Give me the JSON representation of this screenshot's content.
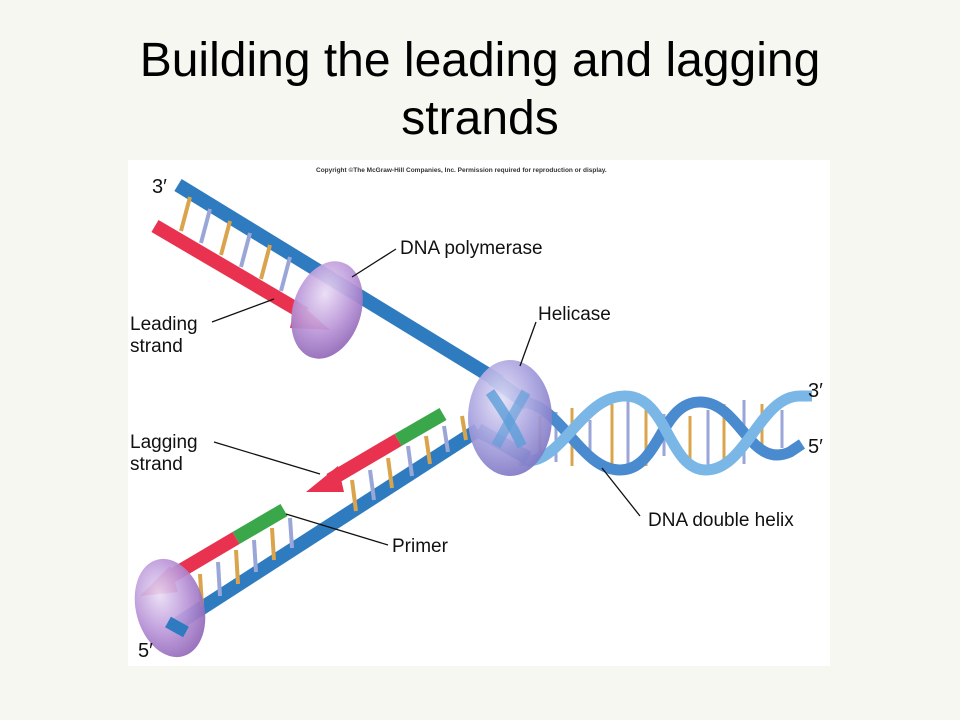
{
  "title": "Building the leading and lagging strands",
  "copyright": "Copyright ©The McGraw-Hill Companies, Inc. Permission required for reproduction or display.",
  "labels": {
    "leading_strand": [
      "Leading",
      "strand"
    ],
    "lagging_strand": [
      "Lagging",
      "strand"
    ],
    "dna_polymerase": "DNA polymerase",
    "helicase": "Helicase",
    "primer": "Primer",
    "dna_double_helix": "DNA double helix"
  },
  "ends": {
    "top_left": "3′",
    "bottom_left": "5′",
    "right_top": "3′",
    "right_bottom": "5′"
  },
  "colors": {
    "template_strand": "#2f7bbf",
    "template_strand_light": "#79b6e4",
    "leading_strand": "#e8324f",
    "primer": "#3aa84a",
    "enzyme": "#b58fd4",
    "background": "#f7f7f1"
  }
}
